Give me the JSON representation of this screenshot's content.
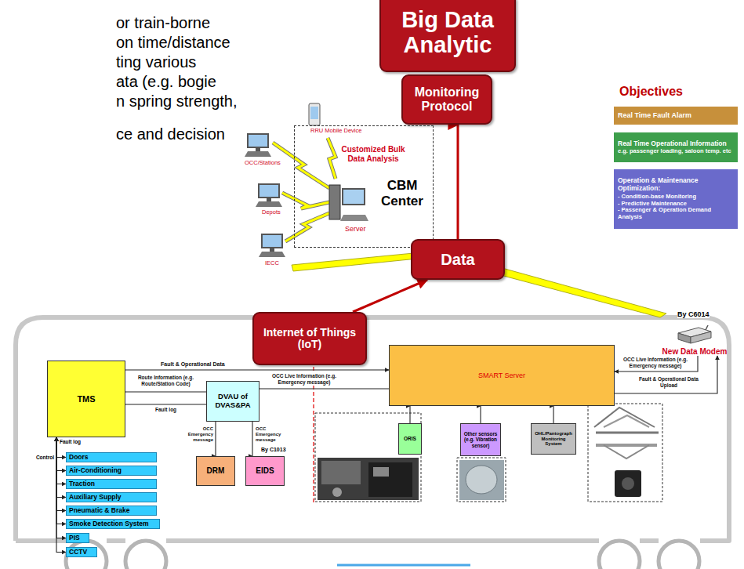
{
  "diagram": {
    "nodes": [
      {
        "text": [
          "Big Data Analytic"
        ]
      },
      {
        "text": [
          "Monitoring Protocol"
        ]
      },
      {
        "text": [
          "Real Time Fault Alarm"
        ]
      },
      {
        "text": [
          "Real Time Operational Information",
          "e.g. passenger loading, saloon temp. etc"
        ]
      },
      {
        "text": [
          "Operation & Maintenance Optimization:",
          "- Condition-base Monitoring",
          "- Predictive Maintenance",
          "- Passenger & Operation Demand Analysis"
        ]
      },
      {
        "text": [
          "Customized Bulk Data Analysis",
          "CBM Center"
        ]
      },
      {
        "text": [
          "Data"
        ]
      },
      {
        "text": [
          "New Data Modem"
        ]
      },
      {
        "text": [
          "Internet of Things (IoT)"
        ]
      },
      {
        "text": [
          "TMS"
        ]
      },
      {
        "text": [
          "DVAU of DVAS&PA"
        ]
      },
      {
        "text": [
          "SMART Server"
        ]
      },
      {
        "text": [
          "DRM"
        ]
      },
      {
        "text": [
          "EIDS"
        ]
      },
      {
        "text": [
          "ORIS"
        ]
      },
      {
        "text": [
          "Other sensors (e.g. Vibration sensor)"
        ]
      },
      {
        "text": [
          "OHL/Pantograph Monitoring System"
        ]
      },
      {
        "text": [
          "Doors"
        ]
      },
      {
        "text": [
          "Air-Conditioning"
        ]
      },
      {
        "text": [
          "Traction"
        ]
      },
      {
        "text": [
          "Auxiliary Supply"
        ]
      },
      {
        "text": [
          "Pneumatic & Brake"
        ]
      },
      {
        "text": [
          "Smoke Detection System"
        ]
      },
      {
        "text": [
          "PIS"
        ]
      },
      {
        "text": [
          "CCTV"
        ]
      }
    ],
    "edges": [
      {
        "from": 6,
        "to": 1,
        "arrow": "to"
      },
      {
        "from": 8,
        "to": 6,
        "arrow": "to"
      },
      {
        "from": 9,
        "to": 11,
        "label": "Fault & Operational Data",
        "arrow": "to"
      },
      {
        "from": 10,
        "to": 9,
        "label": "Route Information (e.g. Route/Station Code)",
        "arrow": "to"
      },
      {
        "from": 10,
        "to": 9,
        "label": "Fault log",
        "arrow": "to"
      },
      {
        "from": 11,
        "to": 10,
        "label": "OCC Live Information (e.g. Emergency message)",
        "arrow": "to"
      },
      {
        "from": 10,
        "to": 12,
        "label": "OCC Emergency message",
        "arrow": "to"
      },
      {
        "from": 10,
        "to": 13,
        "label": "OCC Emergency message",
        "arrow": "to"
      },
      {
        "from": 14,
        "to": 11,
        "arrow": "to"
      },
      {
        "from": 15,
        "to": 11,
        "arrow": "to"
      },
      {
        "from": 16,
        "to": 11,
        "arrow": "to"
      },
      {
        "from": 7,
        "to": 11,
        "label": "OCC Live Information (e.g. Emergency message)",
        "arrow": "to"
      },
      {
        "from": 11,
        "to": 7,
        "label": "Fault & Operational Data Upload",
        "arrow": "to"
      },
      {
        "from": 9,
        "to": 17,
        "arrow": "both"
      },
      {
        "from": 9,
        "to": 18,
        "arrow": "both"
      },
      {
        "from": 9,
        "to": 19,
        "arrow": "both"
      },
      {
        "from": 9,
        "to": 20,
        "arrow": "both"
      },
      {
        "from": 9,
        "to": 21,
        "arrow": "both"
      },
      {
        "from": 9,
        "to": 22,
        "arrow": "both"
      },
      {
        "from": 9,
        "to": 23,
        "arrow": "both"
      },
      {
        "from": 9,
        "to": 24,
        "arrow": "both"
      }
    ],
    "labels": [
      "or train-borne",
      "on time/distance",
      "ting various",
      "ata (e.g. bogie",
      "n spring strength,",
      "ce and decision",
      "Objectives",
      "RRU Mobile Device",
      "OCC/Stations",
      "Depots",
      "IECC",
      "Server",
      "By C6014",
      "By C1013",
      "Fault log",
      "Control"
    ]
  }
}
